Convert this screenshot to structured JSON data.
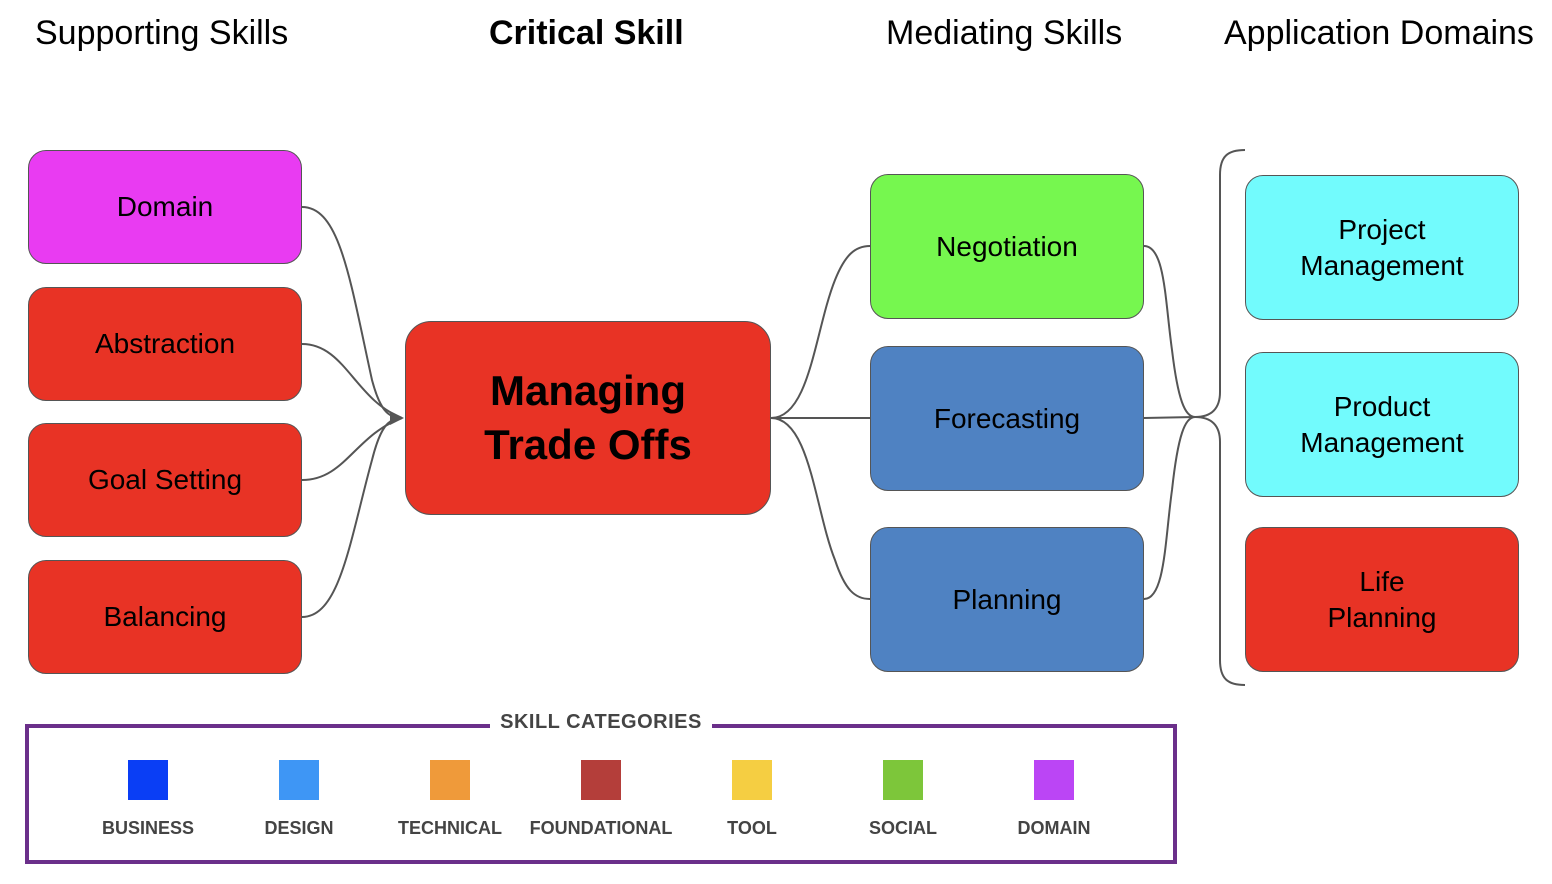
{
  "headers": {
    "supporting": "Supporting Skills",
    "critical": "Critical Skill",
    "mediating": "Mediating Skills",
    "domains": "Application Domains"
  },
  "supporting_skills": [
    {
      "label": "Domain",
      "color": "#E93BF2"
    },
    {
      "label": "Abstraction",
      "color": "#E83325"
    },
    {
      "label": "Goal Setting",
      "color": "#E83325"
    },
    {
      "label": "Balancing",
      "color": "#E83325"
    }
  ],
  "critical_skill": {
    "label": "Managing\nTrade Offs",
    "color": "#E83325"
  },
  "mediating_skills": [
    {
      "label": "Negotiation",
      "color": "#76F74F"
    },
    {
      "label": "Forecasting",
      "color": "#4F82C2"
    },
    {
      "label": "Planning",
      "color": "#4F82C2"
    }
  ],
  "application_domains": [
    {
      "label": "Project\nManagement",
      "color": "#72FBFD"
    },
    {
      "label": "Product\nManagement",
      "color": "#72FBFD"
    },
    {
      "label": "Life\nPlanning",
      "color": "#E83325"
    }
  ],
  "legend": {
    "title": "SKILL CATEGORIES",
    "items": [
      {
        "label": "BUSINESS",
        "color": "#0A3EF5"
      },
      {
        "label": "DESIGN",
        "color": "#3E96F5"
      },
      {
        "label": "TECHNICAL",
        "color": "#EF9A3A"
      },
      {
        "label": "FOUNDATIONAL",
        "color": "#B43E3A"
      },
      {
        "label": "TOOL",
        "color": "#F5CE42"
      },
      {
        "label": "SOCIAL",
        "color": "#7DC63A"
      },
      {
        "label": "DOMAIN",
        "color": "#BB45F5"
      }
    ]
  }
}
